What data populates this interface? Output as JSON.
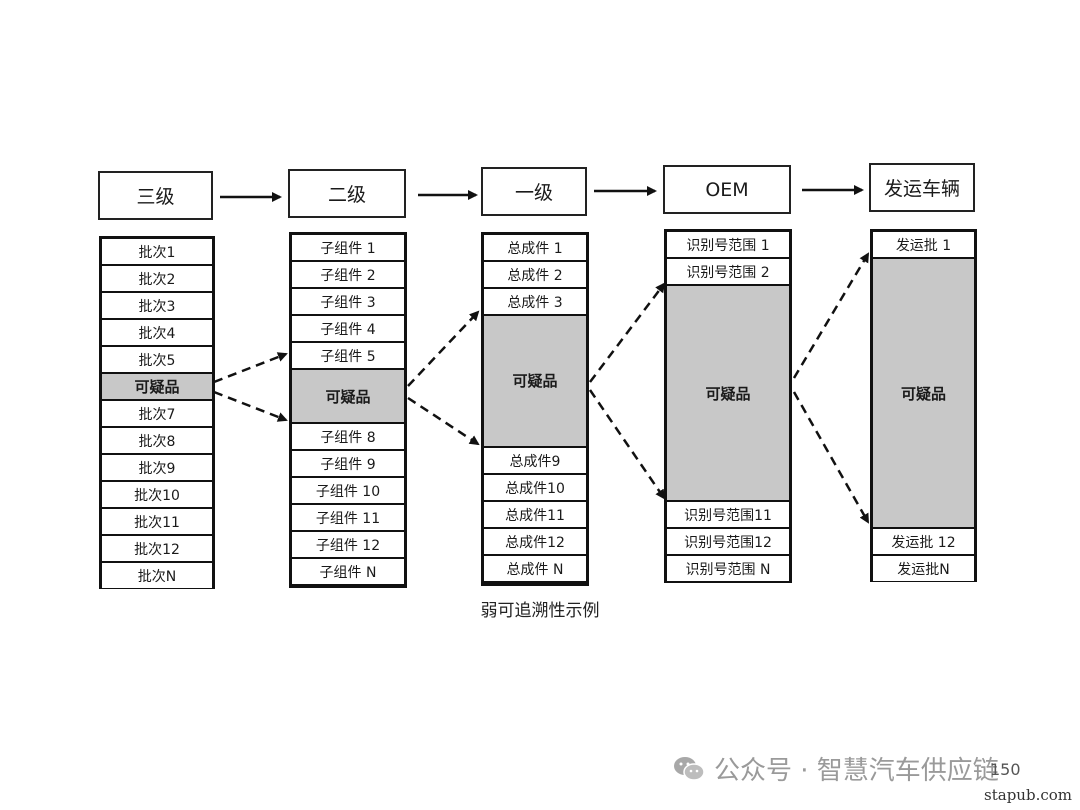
{
  "headers": [
    "三级",
    "二级",
    "一级",
    "OEM",
    "发运车辆"
  ],
  "columns": [
    [
      "批次1",
      "批次2",
      "批次3",
      "批次4",
      "批次5",
      "可疑品",
      "批次7",
      "批次8",
      "批次9",
      "批次10",
      "批次11",
      "批次12",
      "批次N"
    ],
    [
      "子组件 1",
      "子组件 2",
      "子组件 3",
      "子组件 4",
      "子组件 5",
      "可疑品",
      "子组件 8",
      "子组件 9",
      "子组件 10",
      "子组件 11",
      "子组件 12",
      "子组件 N"
    ],
    [
      "总成件 1",
      "总成件 2",
      "总成件 3",
      "可疑品",
      "总成件9",
      "总成件10",
      "总成件11",
      "总成件12",
      "总成件 N"
    ],
    [
      "识别号范围 1",
      "识别号范围 2",
      "可疑品",
      "识别号范围11",
      "识别号范围12",
      "识别号范围 N"
    ],
    [
      "发运批 1",
      "可疑品",
      "发运批 12",
      "发运批N"
    ]
  ],
  "suspect_label": "可疑品",
  "caption": "弱可追溯性示例",
  "watermark": {
    "text": "公众号 · 智慧汽车供应链",
    "icon": "wechat-icon"
  },
  "page_number": "150",
  "site": "stapub.com",
  "colors": {
    "suspect_fill": "#c8c8c8",
    "border": "#111111",
    "watermark": "#9a9a9a"
  }
}
